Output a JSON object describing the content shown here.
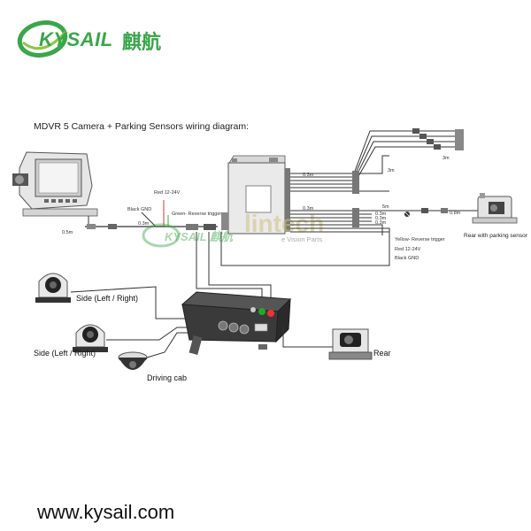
{
  "brand": {
    "name": "KYSAIL",
    "name_cn": "麒航",
    "color": "#3aa64a"
  },
  "diagram": {
    "title": "MDVR 5 Camera + Parking Sensors wiring diagram:",
    "watermark_left": "KYSAIL 麒航",
    "watermark_right": "lintech",
    "watermark_right_sub": "e Vision Parts",
    "power_labels": {
      "red": "Red 12-24V",
      "black": "Black GND",
      "green_trigger": "Green- Reverse trigger",
      "yellow_trigger": "Yellow- Reverse trigger",
      "red2": "Red 12-24V",
      "black2": "Black GND"
    },
    "lengths": {
      "monitor_cable": "0.5m",
      "power_cable": "0.3m",
      "box_left": "0.3m",
      "box_right_top": "0.3m",
      "three_m": "3m",
      "three_m_b": "3m",
      "box_right_mid": "0.3m",
      "five_m": "5m",
      "eight": "0.8m",
      "rt1": "0.3m",
      "rt2": "0.3m",
      "rt3": "0.3m"
    },
    "cameras": {
      "side1": "Side (Left / Right)",
      "side2": "Side (Left / Right)",
      "cab": "Driving cab",
      "rear": "Rear",
      "rear_sensor": "Rear with parking sensor"
    }
  },
  "footer": {
    "url": "www.kysail.com"
  }
}
